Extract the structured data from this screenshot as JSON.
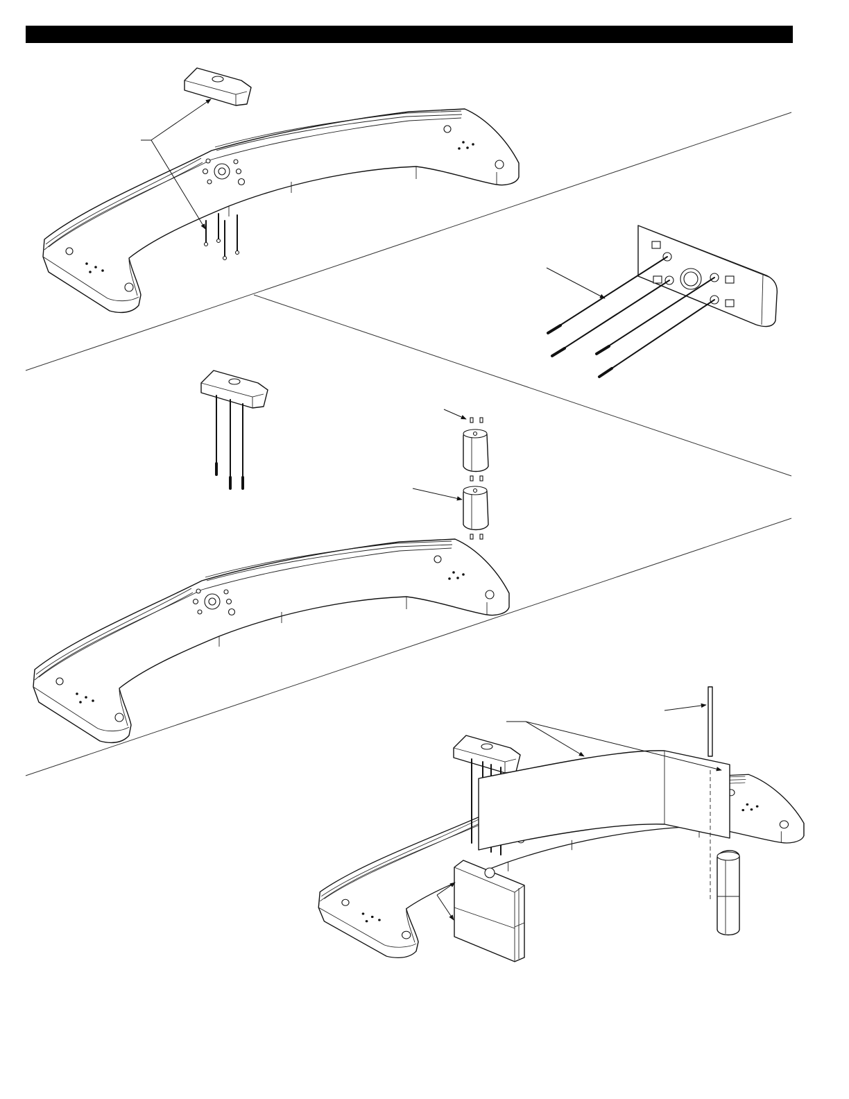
{
  "header": {
    "bar_color": "#000000"
  },
  "steps": [
    {
      "id": "step-1",
      "content": "base-with-top-cap-and-screws"
    },
    {
      "id": "step-2",
      "content": "top-cap-with-threaded-rods"
    },
    {
      "id": "step-3",
      "content": "base-with-cap-rods-and-post-sections"
    },
    {
      "id": "step-4",
      "content": "base-with-panel-rods-and-columns"
    }
  ]
}
